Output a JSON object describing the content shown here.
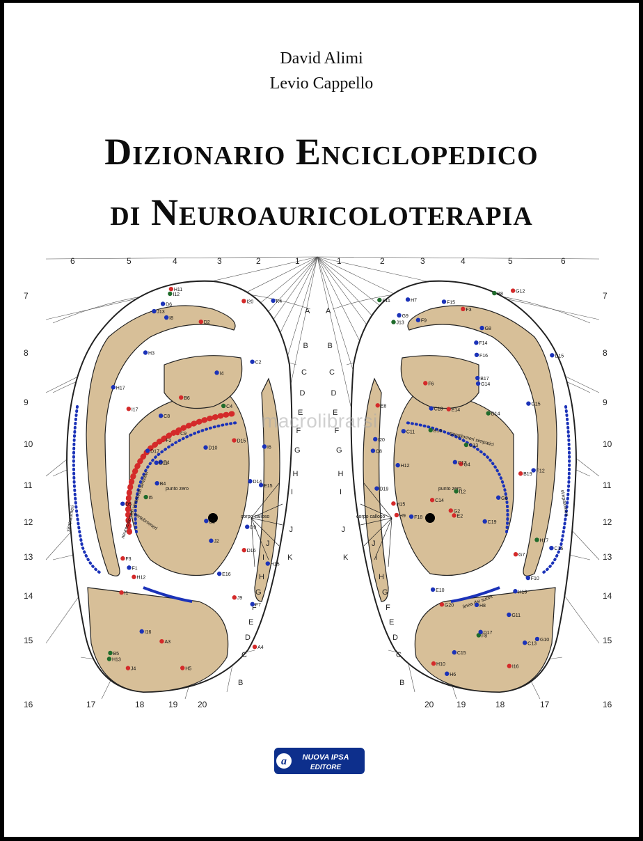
{
  "authors": [
    "David Alimi",
    "Levio Cappello"
  ],
  "title": {
    "line1": "Dizionario Enciclopedico",
    "line2": "di Neuroauricoloterapia"
  },
  "watermark": "macrolibrarsi",
  "publisher": {
    "line1": "NUOVA IPSA",
    "line2": "EDITORE"
  },
  "diagram": {
    "top_numbers_left": [
      "6",
      "5",
      "4",
      "3",
      "2",
      "1"
    ],
    "top_numbers_right": [
      "1",
      "2",
      "3",
      "4",
      "5",
      "6"
    ],
    "side_numbers": [
      "7",
      "8",
      "9",
      "10",
      "11",
      "12",
      "13",
      "14",
      "15",
      "16"
    ],
    "bottom_numbers_left": [
      "17",
      "18",
      "19",
      "20"
    ],
    "bottom_numbers_right": [
      "20",
      "19",
      "18",
      "17"
    ],
    "letters": [
      "A",
      "B",
      "C",
      "D",
      "E",
      "F",
      "G",
      "H",
      "I",
      "J",
      "K"
    ],
    "labels": {
      "punto_zero": "punto zero",
      "corpo_calloso": "corpo calloso",
      "simpatomeri": "simpatomeri",
      "vertebromeri": "vertebromeri",
      "neuromeri": "neurocolomeri vertebrali sensitivi",
      "gangliomeri": "gangliomeri simpatici",
      "linea_suoni": "linea dei suoni"
    },
    "points_left": [
      "A4",
      "A3",
      "B4",
      "B5",
      "B6",
      "C4",
      "C2",
      "D5",
      "D2",
      "D6",
      "E2",
      "E4",
      "F2",
      "F3",
      "F1",
      "F7",
      "H5",
      "H3",
      "I4",
      "I5",
      "I6",
      "I8",
      "J4",
      "J2",
      "I1",
      "K4",
      "J9",
      "H11",
      "I12",
      "H12",
      "H13",
      "J13",
      "H15",
      "I16",
      "I17",
      "I20",
      "H17",
      "C8",
      "C9",
      "D9",
      "D10",
      "D11",
      "D14",
      "D15",
      "E15",
      "E16",
      "D16",
      "D17"
    ],
    "points_right": [
      "B8",
      "C8",
      "E2",
      "F3",
      "F6",
      "G2",
      "G4",
      "E8",
      "G6",
      "H6",
      "H7",
      "G7",
      "G8",
      "F8",
      "F9",
      "H8",
      "G9",
      "H9",
      "F10",
      "E10",
      "C11",
      "F11",
      "G10",
      "H10",
      "F12",
      "G11",
      "G12",
      "I12",
      "H12",
      "J13",
      "H13",
      "G13",
      "G14",
      "H15",
      "G15",
      "F15",
      "F14",
      "I16",
      "H17",
      "I20",
      "E14",
      "D14",
      "C13",
      "C14",
      "C15",
      "D15",
      "F16",
      "F18",
      "G20",
      "D17",
      "D19",
      "C19",
      "C18",
      "C17",
      "C16",
      "B16",
      "B17",
      "B19"
    ]
  },
  "colors": {
    "skin": "#d7bf98",
    "red_dot": "#d42a2a",
    "blue_dot": "#1b32b8",
    "green_dot": "#1f6b2b"
  }
}
